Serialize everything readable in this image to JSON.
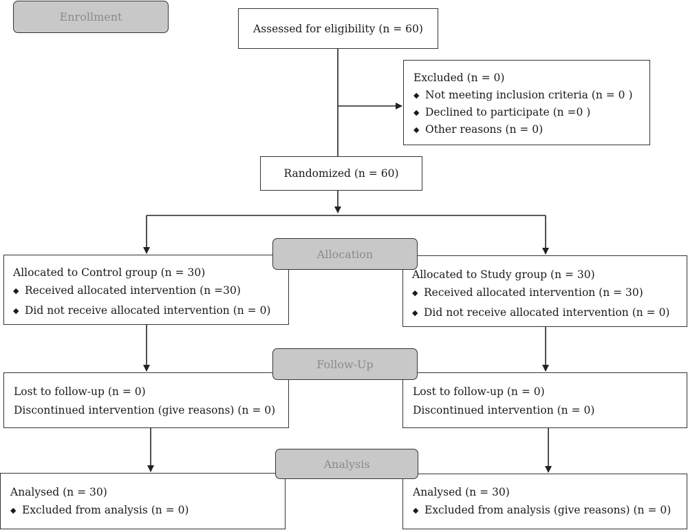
{
  "stages": {
    "enrollment": "Enrollment",
    "allocation": "Allocation",
    "follow_up": "Follow-Up",
    "analysis": "Analysis"
  },
  "assessed": {
    "label": "Assessed for eligibility (n = 60)"
  },
  "excluded": {
    "title": "Excluded (n = 0)",
    "items": [
      "Not meeting inclusion criteria (n = 0 )",
      "Declined to participate (n =0 )",
      "Other reasons (n = 0)"
    ]
  },
  "randomized": {
    "label": "Randomized (n = 60)"
  },
  "control": {
    "allocation_title": "Allocated to Control group (n = 30)",
    "allocation_items": [
      "Received allocated intervention (n =30)",
      "Did not receive allocated intervention (n = 0)"
    ],
    "followup_lines": [
      "Lost to follow-up (n = 0)",
      "Discontinued intervention (give reasons) (n = 0)"
    ],
    "analysis_title": "Analysed (n = 30)",
    "analysis_items": [
      "Excluded from analysis (n = 0)"
    ]
  },
  "study": {
    "allocation_title": "Allocated to  Study group (n = 30)",
    "allocation_items": [
      "Received allocated intervention (n = 30)",
      "Did not receive allocated intervention (n = 0)"
    ],
    "followup_lines": [
      "Lost to follow-up (n = 0)",
      "Discontinued intervention (n = 0)"
    ],
    "analysis_title": "Analysed (n = 30)",
    "analysis_items": [
      "Excluded from analysis (give reasons) (n = 0)"
    ]
  },
  "bullet_icon": "diamond-bullet-icon"
}
